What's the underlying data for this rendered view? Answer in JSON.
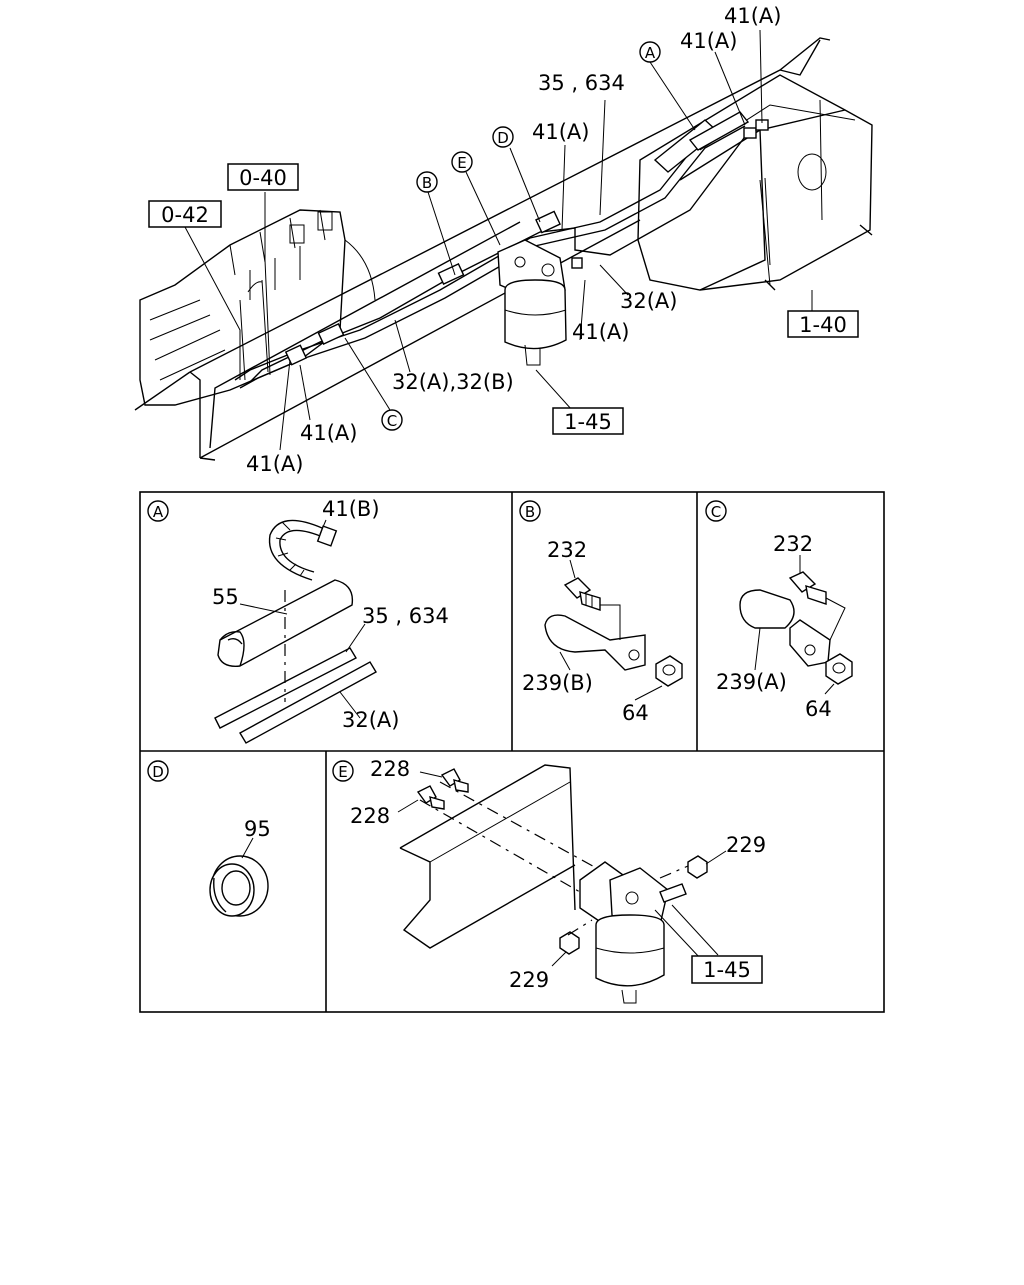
{
  "main_view": {
    "labels": {
      "ref_0_40": "0-40",
      "ref_0_42": "0-42",
      "ref_1_40": "1-40",
      "ref_1_45": "1-45",
      "l41a_1": "41(A)",
      "l41a_2": "41(A)",
      "l41a_3": "41(A)",
      "l41a_4": "41(A)",
      "l41a_5": "41(A)",
      "l41a_6": "41(A)",
      "l35_634": "35 , 634",
      "l32a": "32(A)",
      "l32ab": "32(A),32(B)",
      "callout_a": "A",
      "callout_b": "B",
      "callout_c": "C",
      "callout_d": "D",
      "callout_e": "E"
    }
  },
  "detail_a": {
    "callout": "A",
    "labels": {
      "p41b": "41(B)",
      "p55": "55",
      "p35_634": "35 , 634",
      "p32a": "32(A)"
    }
  },
  "detail_b": {
    "callout": "B",
    "labels": {
      "p232": "232",
      "p239b": "239(B)",
      "p64": "64"
    }
  },
  "detail_c": {
    "callout": "C",
    "labels": {
      "p232": "232",
      "p239a": "239(A)",
      "p64": "64"
    }
  },
  "detail_d": {
    "callout": "D",
    "labels": {
      "p95": "95"
    }
  },
  "detail_e": {
    "callout": "E",
    "labels": {
      "p228_1": "228",
      "p228_2": "228",
      "p229_1": "229",
      "p229_2": "229",
      "ref_1_45": "1-45"
    }
  }
}
